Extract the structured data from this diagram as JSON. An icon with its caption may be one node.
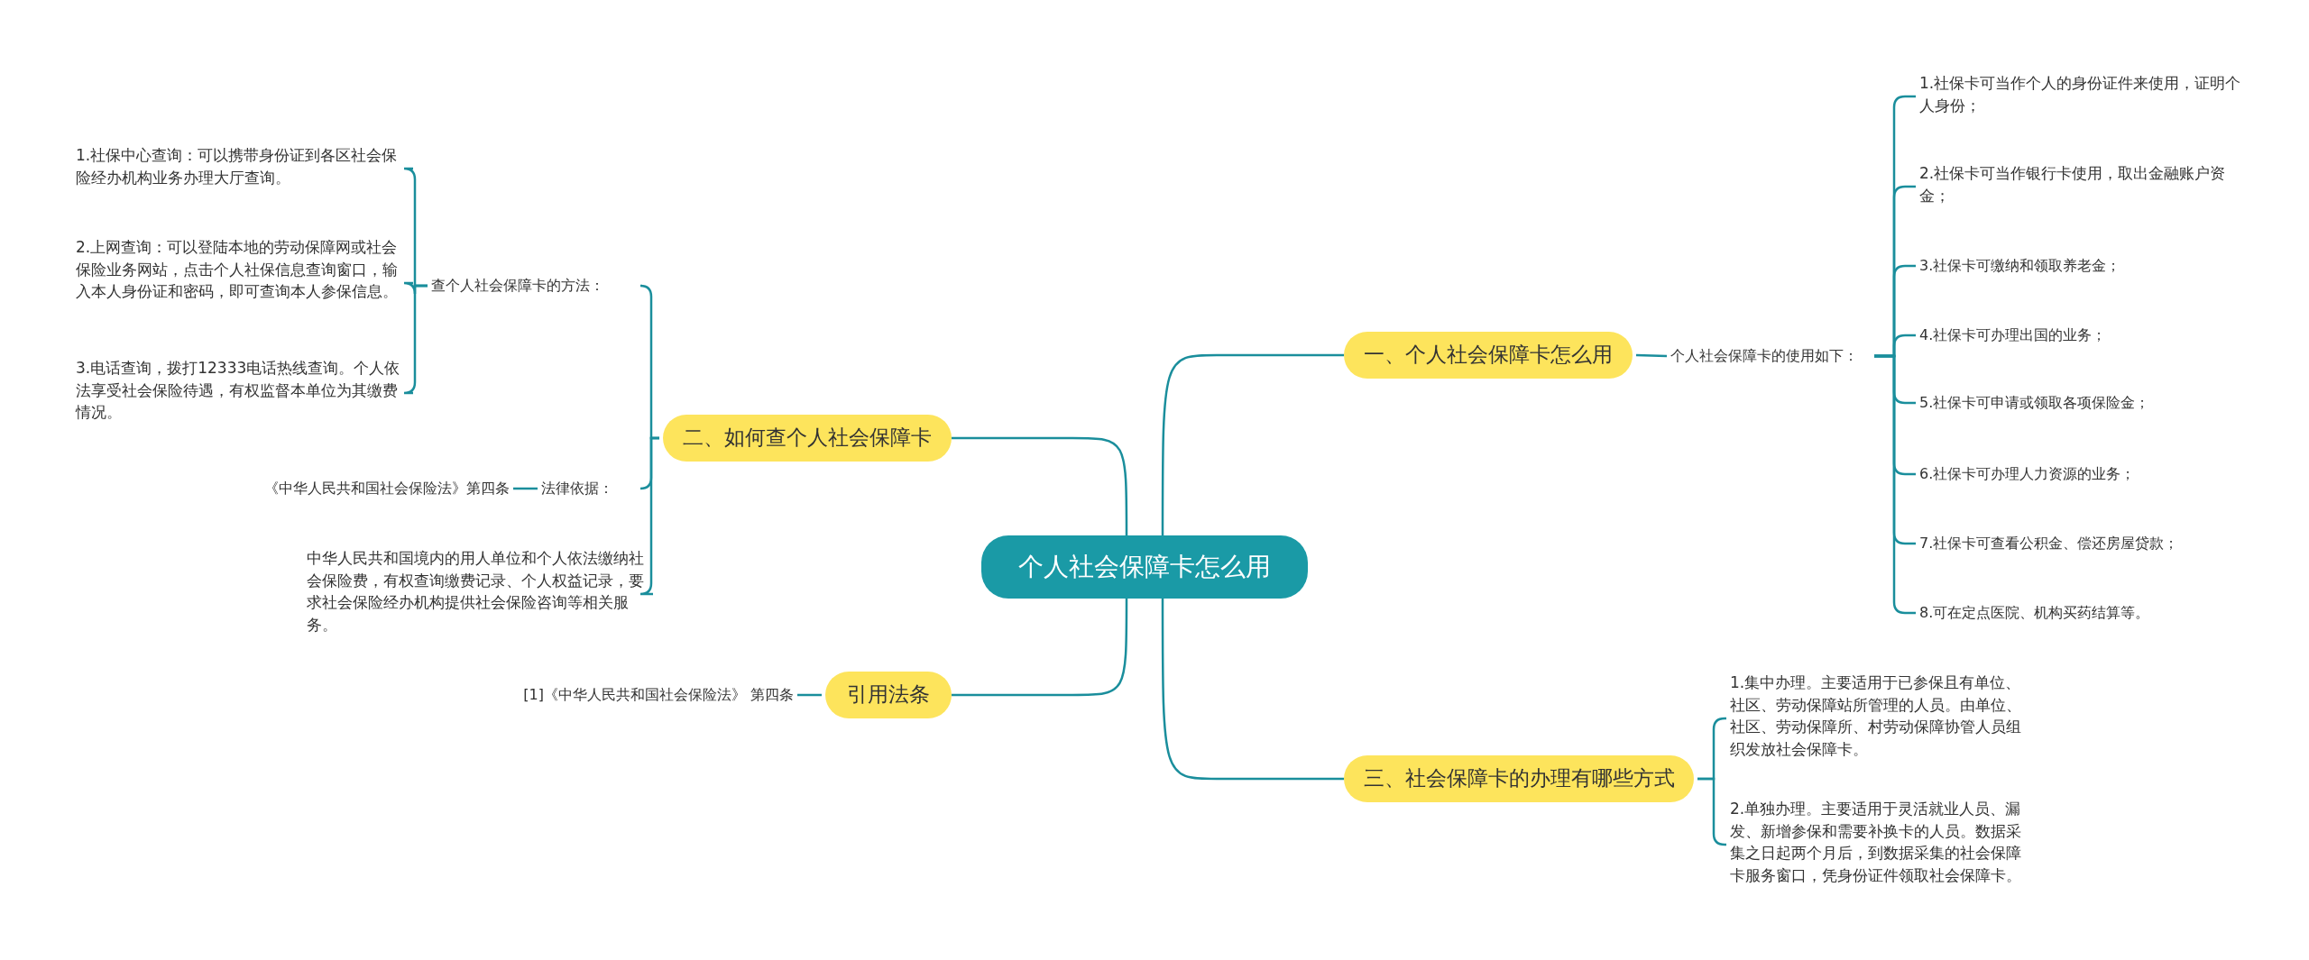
{
  "diagram": {
    "nodes": [
      {
        "text": [
          "个人社会保障卡怎么用"
        ]
      },
      {
        "text": [
          "一、个人社会保障卡怎么用"
        ]
      },
      {
        "text": [
          "个人社会保障卡的使用如下："
        ]
      },
      {
        "text": [
          "1.社保卡可当作个人的身份证件来使用，证明个人身份；"
        ]
      },
      {
        "text": [
          "2.社保卡可当作银行卡使用，取出金融账户资金；"
        ]
      },
      {
        "text": [
          "3.社保卡可缴纳和领取养老金；"
        ]
      },
      {
        "text": [
          "4.社保卡可办理出国的业务；"
        ]
      },
      {
        "text": [
          "5.社保卡可申请或领取各项保险金；"
        ]
      },
      {
        "text": [
          "6.社保卡可办理人力资源的业务；"
        ]
      },
      {
        "text": [
          "7.社保卡可查看公积金、偿还房屋贷款；"
        ]
      },
      {
        "text": [
          "8.可在定点医院、机构买药结算等。"
        ]
      },
      {
        "text": [
          "二、如何查个人社会保障卡"
        ]
      },
      {
        "text": [
          "查个人社会保障卡的方法："
        ]
      },
      {
        "text": [
          "1.社保中心查询：可以携带身份证到各区社会保险经办机构业务办理大厅查询。"
        ]
      },
      {
        "text": [
          "2.上网查询：可以登陆本地的劳动保障网或社会保险业务网站，点击个人社保信息查询窗口，输入本人身份证和密码，即可查询本人参保信息。"
        ]
      },
      {
        "text": [
          "3.电话查询，拨打12333电话热线查询。个人依法享受社会保险待遇，有权监督本单位为其缴费情况。"
        ]
      },
      {
        "text": [
          "法律依据："
        ]
      },
      {
        "text": [
          "《中华人民共和国社会保险法》第四条"
        ]
      },
      {
        "text": [
          "中华人民共和国境内的用人单位和个人依法缴纳社会保险费，有权查询缴费记录、个人权益记录，要求社会保险经办机构提供社会保险咨询等相关服务。"
        ]
      },
      {
        "text": [
          "引用法条"
        ]
      },
      {
        "text": [
          "[1]《中华人民共和国社会保险法》 第四条"
        ]
      },
      {
        "text": [
          "三、社会保障卡的办理有哪些方式"
        ]
      },
      {
        "text": [
          "1.集中办理。主要适用于已参保且有单位、社区、劳动保障站所管理的人员。由单位、社区、劳动保障所、村劳动保障协管人员组织发放社会保障卡。"
        ]
      },
      {
        "text": [
          "2.单独办理。主要适用于灵活就业人员、漏发、新增参保和需要补换卡的人员。数据采集之日起两个月后，到数据采集的社会保障卡服务窗口，凭身份证件领取社会保障卡。"
        ]
      }
    ],
    "edges": [
      {
        "from": 0,
        "to": 1,
        "arrow": "none"
      },
      {
        "from": 1,
        "to": 2,
        "arrow": "none"
      },
      {
        "from": 2,
        "to": 3,
        "arrow": "none"
      },
      {
        "from": 2,
        "to": 4,
        "arrow": "none"
      },
      {
        "from": 2,
        "to": 5,
        "arrow": "none"
      },
      {
        "from": 2,
        "to": 6,
        "arrow": "none"
      },
      {
        "from": 2,
        "to": 7,
        "arrow": "none"
      },
      {
        "from": 2,
        "to": 8,
        "arrow": "none"
      },
      {
        "from": 2,
        "to": 9,
        "arrow": "none"
      },
      {
        "from": 2,
        "to": 10,
        "arrow": "none"
      },
      {
        "from": 0,
        "to": 11,
        "arrow": "none"
      },
      {
        "from": 11,
        "to": 12,
        "arrow": "none"
      },
      {
        "from": 12,
        "to": 13,
        "arrow": "none"
      },
      {
        "from": 12,
        "to": 14,
        "arrow": "none"
      },
      {
        "from": 12,
        "to": 15,
        "arrow": "none"
      },
      {
        "from": 11,
        "to": 16,
        "arrow": "none"
      },
      {
        "from": 16,
        "to": 17,
        "arrow": "none"
      },
      {
        "from": 11,
        "to": 18,
        "arrow": "none"
      },
      {
        "from": 0,
        "to": 19,
        "arrow": "none"
      },
      {
        "from": 19,
        "to": 20,
        "arrow": "none"
      },
      {
        "from": 0,
        "to": 21,
        "arrow": "none"
      },
      {
        "from": 21,
        "to": 22,
        "arrow": "none"
      },
      {
        "from": 21,
        "to": 23,
        "arrow": "none"
      }
    ]
  }
}
